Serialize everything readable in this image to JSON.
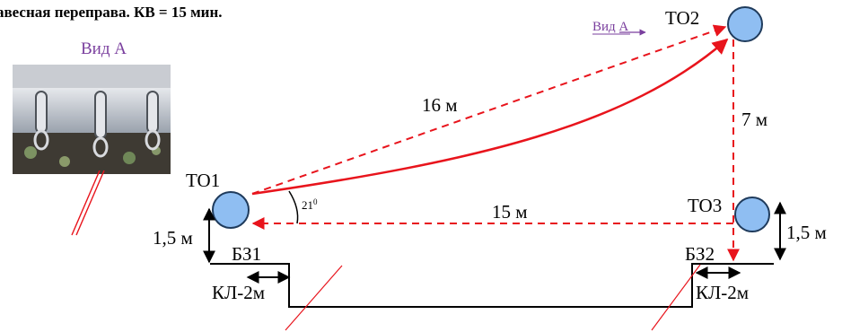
{
  "title": "авесная переправа. КВ = 15 мин.",
  "photo_label": "Вид А",
  "view_label": "Вид А",
  "nodes": {
    "to1": "ТО1",
    "to2": "ТО2",
    "to3": "ТО3"
  },
  "distances": {
    "to1_to2": "16 м",
    "to2_to3": "7 м",
    "to1_to3": "15 м"
  },
  "angle": {
    "value": "21",
    "unit": "0"
  },
  "heights": {
    "left": "1,5 м",
    "right": "1,5 м"
  },
  "zones": {
    "bz1": "БЗ1",
    "bz2": "БЗ2",
    "kl_left": "КЛ-2м",
    "kl_right": "КЛ-2м"
  },
  "colors": {
    "route_red": "#e8141c",
    "node_fill": "#8fbef2",
    "node_stroke": "#1f3b5c",
    "view_purple": "#7a3f9e"
  }
}
